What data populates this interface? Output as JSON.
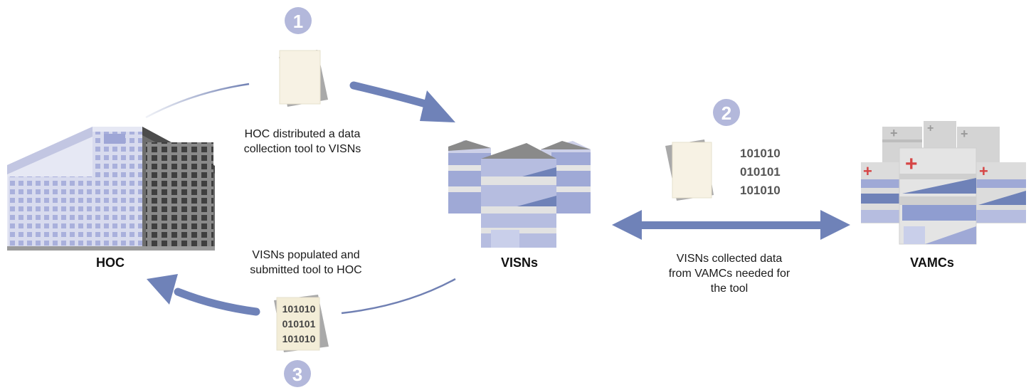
{
  "steps": [
    {
      "number": "1",
      "caption_lines": [
        "HOC distributed a data",
        "collection tool to VISNs"
      ]
    },
    {
      "number": "2",
      "caption_lines": [
        "VISNs collected data",
        "from VAMCs needed for",
        "the tool"
      ]
    },
    {
      "number": "3",
      "caption_lines": [
        "VISNs populated and",
        "submitted tool to HOC"
      ]
    }
  ],
  "nodes": {
    "hoc": "HOC",
    "visns": "VISNs",
    "vamcs": "VAMCs"
  },
  "binary_doc_right": [
    "101010",
    "010101",
    "101010"
  ],
  "binary_doc_bottom": [
    "101010",
    "010101",
    "101010"
  ],
  "colors": {
    "arrow": "#6f82b8",
    "badge": "#b3b8db",
    "building_light": "#c8cbe6",
    "building_dark": "#565656",
    "stripe": "#7f93c8",
    "paper": "#f7f2e4",
    "paper_shadow": "#a9a9a9",
    "cross": "#d64545"
  }
}
